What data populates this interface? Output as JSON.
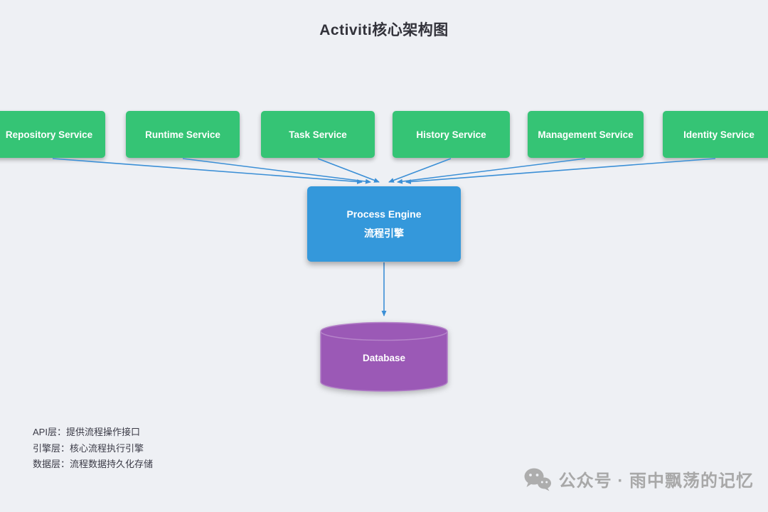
{
  "title": "Activiti核心架构图",
  "services": [
    {
      "label": "Repository Service"
    },
    {
      "label": "Runtime Service"
    },
    {
      "label": "Task Service"
    },
    {
      "label": "History Service"
    },
    {
      "label": "Management Service"
    },
    {
      "label": "Identity Service"
    }
  ],
  "engine": {
    "label_en": "Process Engine",
    "label_zh": "流程引擎"
  },
  "database": {
    "label": "Database"
  },
  "legend": [
    "API层：提供流程操作接口",
    "引擎层：核心流程执行引擎",
    "数据层：流程数据持久化存储"
  ],
  "watermark": {
    "text": "公众号 · 雨中飘荡的记忆"
  },
  "colors": {
    "background": "#eef0f4",
    "service_box": "#35c475",
    "engine_box": "#3498db",
    "database_cylinder": "#9b59b6",
    "arrow": "#3b8fd6",
    "watermark_gray": "#a8a8a8"
  }
}
